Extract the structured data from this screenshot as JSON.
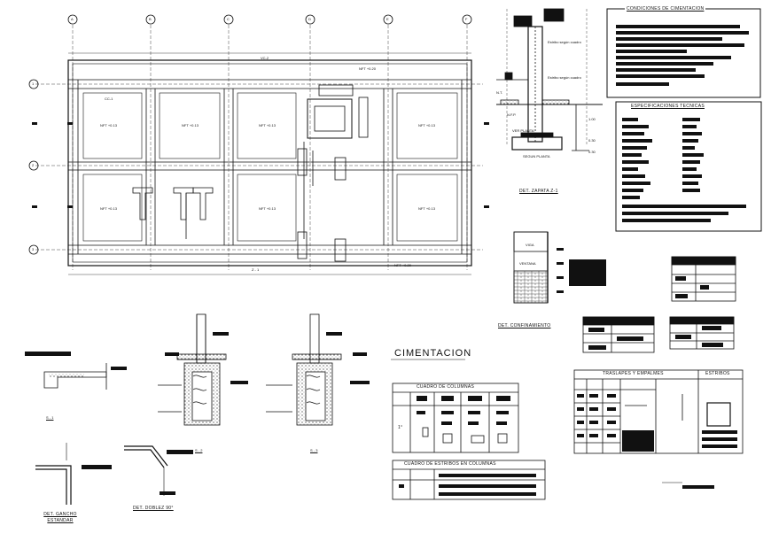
{
  "plan": {
    "axes_letters": [
      "A",
      "B",
      "C",
      "D",
      "E",
      "F"
    ],
    "axes_numbers": [
      "1",
      "2",
      "3"
    ],
    "rooms": [
      {
        "code": "CC-1",
        "level": "NFT +0.13"
      },
      {
        "code": "",
        "level": "NFT +0.13"
      },
      {
        "code": "",
        "level": "NFT +0.13"
      },
      {
        "code": "",
        "level": "NFT +0.13"
      },
      {
        "code": "",
        "level": "NFT +0.13"
      },
      {
        "code": "",
        "level": "NFT +0.13"
      },
      {
        "code": "",
        "level": "NFT +0.13"
      }
    ],
    "beam_top": "VC-2",
    "beam_bottom": "Z - 1",
    "level_top": "NFT +0.20",
    "level_bottom": "NFT +0.20"
  },
  "section_zapata": {
    "caption": "DET. ZAPATA Z-1",
    "notes": [
      "Estribo según cuadro",
      "Estribo según cuadro"
    ],
    "dims": [
      "1.00",
      "0.30",
      "0.30"
    ],
    "labels": [
      "N.T.",
      "N.F.P.",
      "VER PLANTA",
      "SEGUN PLANTA"
    ]
  },
  "conditions": {
    "title": "CONDICIONES DE CIMENTACION"
  },
  "specs": {
    "title": "ESPECIFICACIONES TECNICAS"
  },
  "confinamiento": {
    "caption": "DET. CONFINAMIENTO",
    "labels": [
      "VIGA",
      "VENTANA"
    ]
  },
  "main_title": "CIMENTACION",
  "cuadro_columnas": {
    "title": "CUADRO DE COLUMNAS",
    "row_label": "1°"
  },
  "cuadro_estribos": {
    "title": "CUADRO DE ESTRIBOS EN COLUMNAS"
  },
  "traslapes": {
    "title": "TRASLAPES Y EMPALMES",
    "estribos_title": "ESTRIBOS"
  },
  "details": {
    "gancho": "DET. GANCHO ESTANDAR",
    "doblez": "DET. DOBLEZ 90°",
    "s1": "S - 1",
    "s2": "S - 2",
    "s3": "S - 3"
  },
  "colors": {
    "line": "#111111",
    "paper": "#ffffff"
  }
}
